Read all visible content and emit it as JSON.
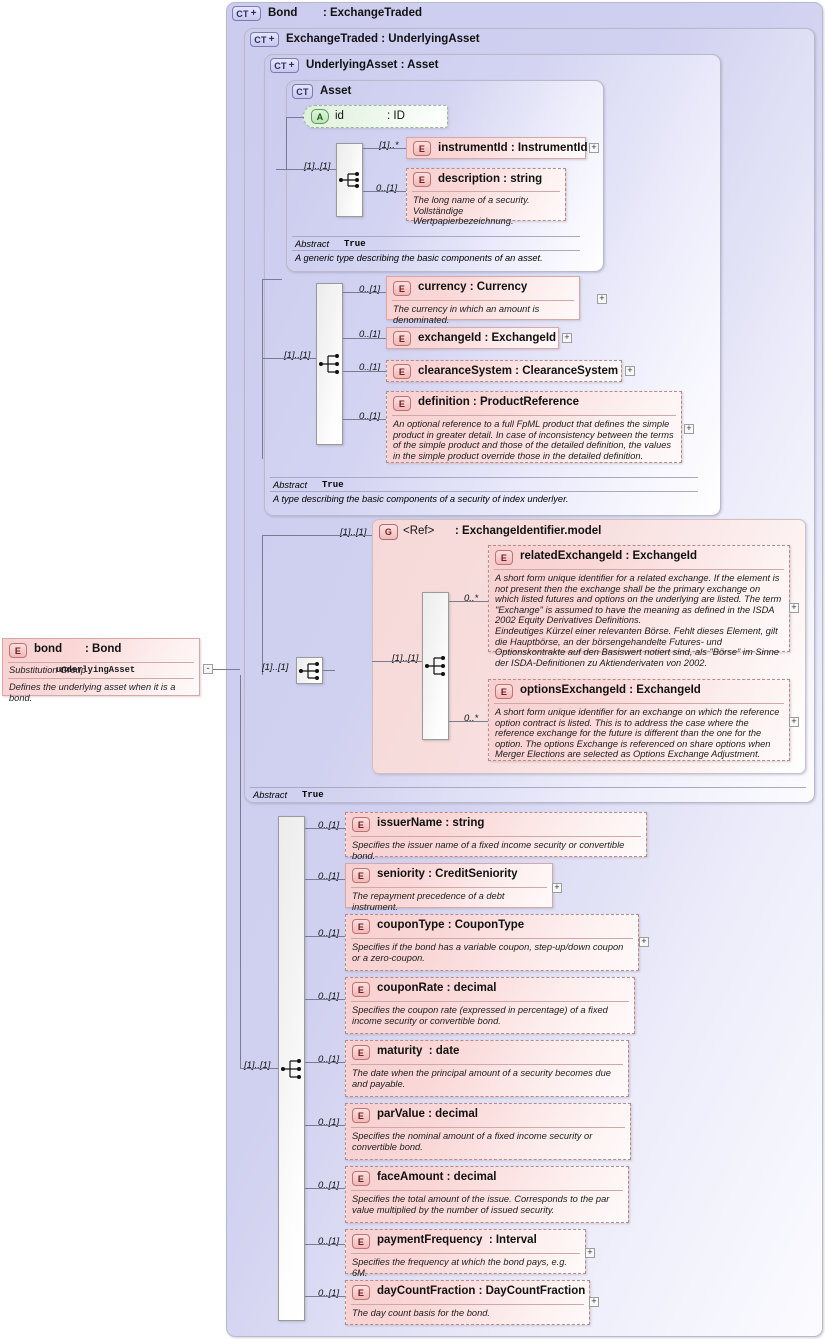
{
  "diagram": {
    "kind": "xsd-schema-diagram",
    "root_element": {
      "icon": "element-icon",
      "name": "bond",
      "type": ": Bond",
      "substitution_group_label": "Substitution Group",
      "substitution_group_value": "underlyingAsset",
      "documentation": "Defines the underlying asset when it is a bond.",
      "collapse_toggle": "-"
    },
    "containers": [
      {
        "icon": "complextype-plus-icon",
        "badge": "CT",
        "plus": "+",
        "title": "Bond        : ExchangeTraded"
      },
      {
        "icon": "complextype-plus-icon",
        "badge": "CT",
        "plus": "+",
        "title": "ExchangeTraded : UnderlyingAsset"
      },
      {
        "icon": "complextype-plus-icon",
        "badge": "CT",
        "plus": "+",
        "title": "UnderlyingAsset : Asset"
      },
      {
        "icon": "complextype-icon",
        "badge": "CT",
        "plus": "",
        "title": "Asset"
      }
    ],
    "group_ref": {
      "icon": "group-icon",
      "badge": "G",
      "name": "<Ref>",
      "type": ": ExchangeIdentifier.model"
    },
    "abstract_rows": [
      {
        "label": "Abstract",
        "value": "True",
        "documentation": "A generic type describing the basic components of an asset."
      },
      {
        "label": "Abstract",
        "value": "True",
        "documentation": "A type describing the basic components of a security of index underlyer."
      },
      {
        "label": "Abstract",
        "value": "True",
        "documentation": ""
      }
    ],
    "attribute": {
      "icon": "attribute-icon",
      "badge": "A",
      "name": "id",
      "type": ": ID"
    },
    "cardinalities": {
      "asset_seq": "[1]..[1]",
      "security_seq": "[1]..[1]",
      "group_outer": "[1]..[1]",
      "group_inner": "[1]..[1]",
      "bond_seq": "[1]..[1]",
      "root_seq": "[1]..[1]"
    },
    "elements": [
      {
        "id": "instrumentId",
        "card": "[1]..*",
        "title": "instrumentId : InstrumentId",
        "doc": "",
        "style": "solid",
        "expand": "+"
      },
      {
        "id": "description",
        "card": "0..[1]",
        "title": "description : string",
        "doc": "The long name of a security.\nVollständige Wertpapierbezeichnung.",
        "style": "dashed",
        "expand": ""
      },
      {
        "id": "currency",
        "card": "0..[1]",
        "title": "currency : Currency",
        "doc": "The currency in which an amount is denominated.",
        "style": "solid",
        "expand": "+"
      },
      {
        "id": "exchangeId",
        "card": "0..[1]",
        "title": "exchangeId : ExchangeId",
        "doc": "",
        "style": "solid",
        "expand": "+"
      },
      {
        "id": "clearanceSystem",
        "card": "0..[1]",
        "title": "clearanceSystem : ClearanceSystem",
        "doc": "",
        "style": "dashed",
        "expand": "+"
      },
      {
        "id": "definition",
        "card": "0..[1]",
        "title": "definition : ProductReference",
        "doc": "An optional reference to a full FpML product that defines the simple product in greater detail. In case of inconsistency between the terms of the simple product and those of the detailed definition, the values in the simple product override those in the detailed definition.",
        "style": "dashed",
        "expand": "+"
      },
      {
        "id": "relatedExchangeId",
        "card": "0..*",
        "title": "relatedExchangeId : ExchangeId",
        "doc": "A short form unique identifier for a related exchange. If the element is not present then the exchange shall be the primary exchange on which listed futures and options on the underlying are listed. The term \"Exchange\" is assumed to have the meaning as defined in the ISDA 2002 Equity Derivatives Definitions.\nEindeutiges Kürzel einer relevanten Börse. Fehlt dieses Element, gilt die Hauptbörse, an der börsengehandelte Futures- und Optionskontrakte auf den Basiswert notiert sind, als \"Börse\" im Sinne der ISDA-Definitionen zu Aktienderivaten von 2002.",
        "style": "dashed",
        "expand": "+"
      },
      {
        "id": "optionsExchangeId",
        "card": "0..*",
        "title": "optionsExchangeId : ExchangeId",
        "doc": "A short form unique identifier for an exchange on which the reference option contract is listed. This is to address the case where the reference exchange for the future is different than the one for the option. The options Exchange is referenced on share options when Merger Elections are selected as Options Exchange Adjustment.",
        "style": "dashed",
        "expand": "+"
      },
      {
        "id": "issuerName",
        "card": "0..[1]",
        "title": "issuerName : string",
        "doc": "Specifies the issuer name of a fixed income security or convertible bond.",
        "style": "dashed",
        "expand": ""
      },
      {
        "id": "seniority",
        "card": "0..[1]",
        "title": "seniority : CreditSeniority",
        "doc": "The repayment precedence of a debt instrument.",
        "style": "solid",
        "expand": "+"
      },
      {
        "id": "couponType",
        "card": "0..[1]",
        "title": "couponType : CouponType",
        "doc": "Specifies if the bond has a variable coupon, step-up/down coupon or a zero-coupon.",
        "style": "dashed",
        "expand": "+"
      },
      {
        "id": "couponRate",
        "card": "0..[1]",
        "title": "couponRate : decimal",
        "doc": "Specifies the coupon rate (expressed in percentage) of a fixed income security or convertible bond.",
        "style": "dashed",
        "expand": ""
      },
      {
        "id": "maturity",
        "card": "0..[1]",
        "title": "maturity  : date",
        "doc": "The date when the principal amount of a security becomes due and payable.",
        "style": "dashed",
        "expand": ""
      },
      {
        "id": "parValue",
        "card": "0..[1]",
        "title": "parValue : decimal",
        "doc": "Specifies the nominal amount of a fixed income security or convertible bond.",
        "style": "dashed",
        "expand": ""
      },
      {
        "id": "faceAmount",
        "card": "0..[1]",
        "title": "faceAmount : decimal",
        "doc": "Specifies the total amount of the issue. Corresponds to the par value multiplied by the number of issued security.",
        "style": "dashed",
        "expand": ""
      },
      {
        "id": "paymentFrequency",
        "card": "0..[1]",
        "title": "paymentFrequency  : Interval",
        "doc": "Specifies the frequency at which the bond pays, e.g. 6M.",
        "style": "dashed",
        "expand": "+"
      },
      {
        "id": "dayCountFraction",
        "card": "0..[1]",
        "title": "dayCountFraction : DayCountFraction",
        "doc": "The day count basis for the bond.",
        "style": "dashed",
        "expand": "+"
      }
    ],
    "colors": {
      "container_fill": "#ccccef",
      "element_fill": "#f8cfcf",
      "attribute_fill": "#dff0dd",
      "group_fill": "#f6d8d8",
      "line": "#7a7a90"
    }
  }
}
